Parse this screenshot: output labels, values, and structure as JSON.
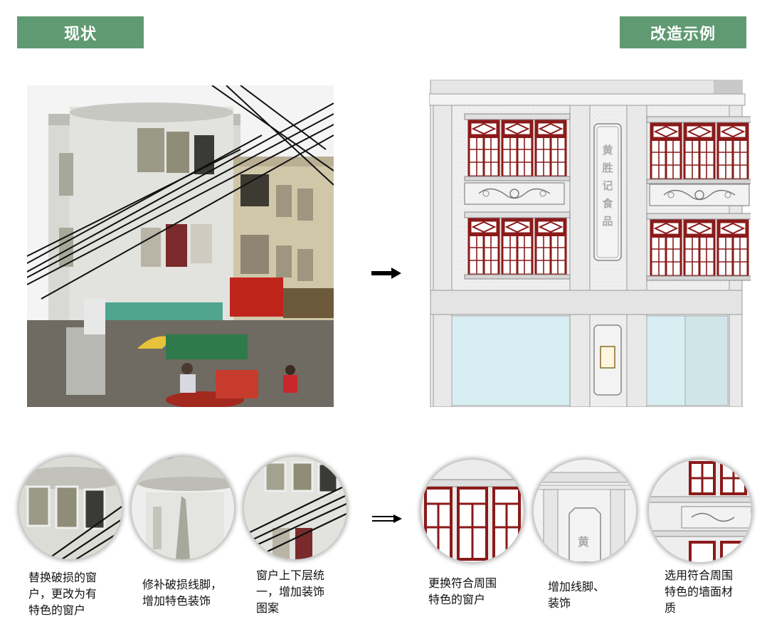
{
  "labels": {
    "current": "现状",
    "example": "改造示例"
  },
  "sign_text": [
    "黄",
    "胜",
    "记",
    "食",
    "品"
  ],
  "captions": [
    "替换破损的窗\n户，更改为有\n特色的窗户",
    "修补破损线脚，\n增加特色装饰",
    "窗户上下层统\n一，增加装饰\n图案",
    "更换符合周围\n特色的窗户",
    "增加线脚、\n装饰",
    "选用符合周围\n特色的墙面材\n质"
  ],
  "colors": {
    "tag_bg": "#5f9a72",
    "window_red": "#8b1a1a",
    "wall": "#ececec",
    "glass": "#d7eef2"
  },
  "icons": [
    "right-arrow-icon",
    "double-right-arrow-icon"
  ]
}
